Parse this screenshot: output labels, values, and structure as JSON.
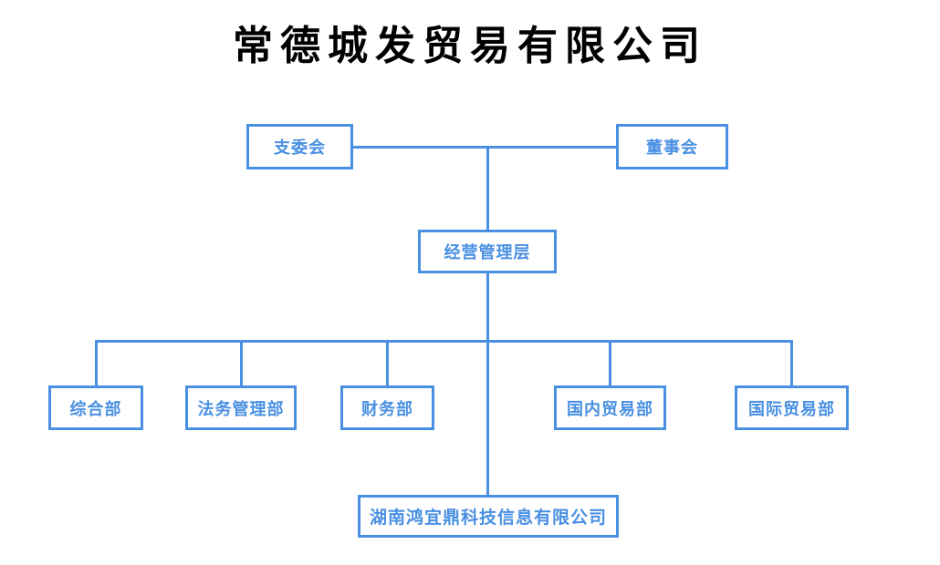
{
  "org_chart": {
    "title": "常德城发贸易有限公司",
    "governance": [
      {
        "id": "party-branch-committee",
        "label": "支委会"
      },
      {
        "id": "board-of-directors",
        "label": "董事会"
      }
    ],
    "management": {
      "id": "management-layer",
      "label": "经营管理层"
    },
    "departments": [
      {
        "id": "general-affairs-dept",
        "label": "综合部"
      },
      {
        "id": "legal-management-dept",
        "label": "法务管理部"
      },
      {
        "id": "finance-dept",
        "label": "财务部"
      },
      {
        "id": "domestic-trade-dept",
        "label": "国内贸易部"
      },
      {
        "id": "international-trade-dept",
        "label": "国际贸易部"
      }
    ],
    "subsidiary": {
      "id": "subsidiary-company",
      "label": "湖南鸿宜鼎科技信息有限公司"
    }
  },
  "colors": {
    "accent_blue": "#4A90E2",
    "title_black": "#000000",
    "background": "#FFFFFF"
  }
}
